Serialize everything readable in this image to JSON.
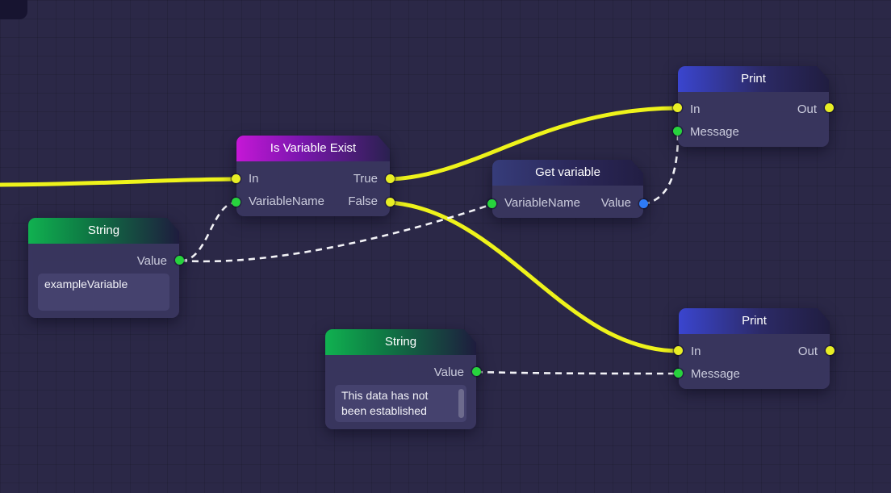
{
  "nodes": {
    "string_left": {
      "title": "String",
      "ports": {
        "value": "Value"
      },
      "input_value": "exampleVariable"
    },
    "is_variable_exist": {
      "title": "Is Variable Exist",
      "ports": {
        "in": "In",
        "variable_name": "VariableName",
        "true_out": "True",
        "false_out": "False"
      }
    },
    "get_variable": {
      "title": "Get variable",
      "ports": {
        "variable_name": "VariableName",
        "value": "Value"
      }
    },
    "print_top": {
      "title": "Print",
      "ports": {
        "in": "In",
        "out": "Out",
        "message": "Message"
      }
    },
    "print_bottom": {
      "title": "Print",
      "ports": {
        "in": "In",
        "out": "Out",
        "message": "Message"
      }
    },
    "string_bottom": {
      "title": "String",
      "ports": {
        "value": "Value"
      },
      "input_value": "This data has not been established"
    }
  },
  "colors": {
    "background": "#2b2847",
    "node_body": "#3a3761",
    "wire_exec": "#eef31b",
    "wire_data": "#f3f3f7",
    "port_exec": "#e8ee25",
    "port_string": "#27d33d",
    "port_value": "#2e7bf6",
    "header_print": "#3a45cf",
    "header_get_variable": "#363c7a",
    "header_is_variable_exist": "#c517d6",
    "header_string": "#10b150"
  }
}
